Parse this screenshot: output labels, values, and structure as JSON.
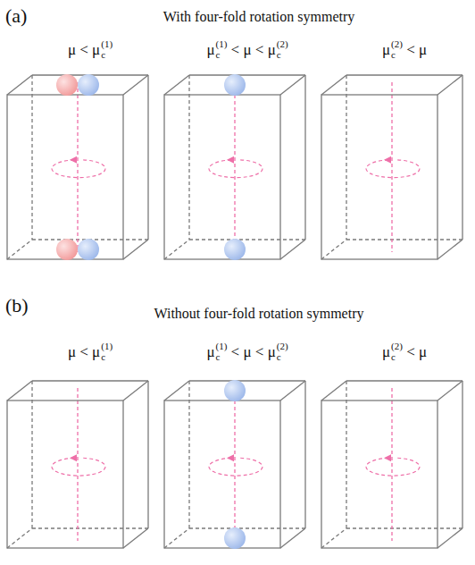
{
  "diagram": {
    "labels": [
      "(a)",
      "With four-fold rotation symmetry",
      "μ < μ",
      "c",
      "(1)",
      "μ",
      "c",
      "(1)",
      "< μ < μ",
      "c",
      "(2)",
      "μ",
      "c",
      "(2)",
      "< μ",
      "(b)",
      "Without four-fold rotation symmetry",
      "μ < μ",
      "c",
      "(1)",
      "μ",
      "c",
      "(1)",
      "< μ < μ",
      "c",
      "(2)",
      "μ",
      "c",
      "(2)",
      "< μ"
    ]
  }
}
